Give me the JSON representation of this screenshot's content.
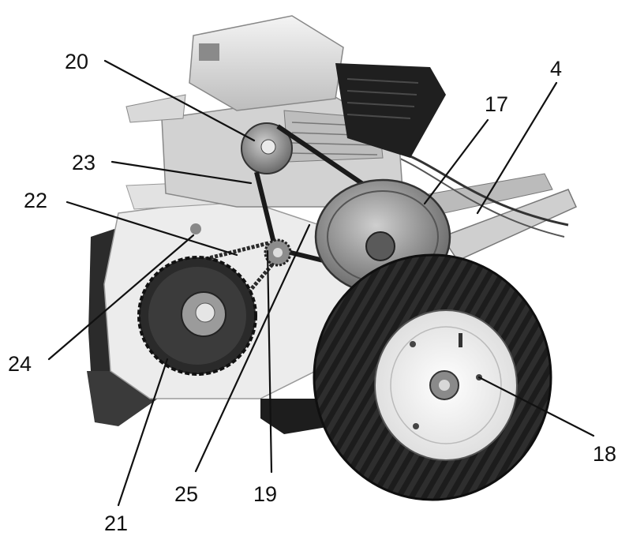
{
  "figure": {
    "description_style": "grayscale photo of tiller transmission side with numbered callouts",
    "colors": {
      "background": "#ffffff",
      "ink": "#111111",
      "tire": "#1e1e1e",
      "rim": "#f2f2f2",
      "cover": "#e9e9e9",
      "engine": "#d8d8d8"
    }
  },
  "callouts": [
    {
      "id": "20",
      "label": "20"
    },
    {
      "id": "23",
      "label": "23"
    },
    {
      "id": "22",
      "label": "22"
    },
    {
      "id": "24",
      "label": "24"
    },
    {
      "id": "21",
      "label": "21"
    },
    {
      "id": "25",
      "label": "25"
    },
    {
      "id": "19",
      "label": "19"
    },
    {
      "id": "17",
      "label": "17"
    },
    {
      "id": "4",
      "label": "4"
    },
    {
      "id": "18",
      "label": "18"
    }
  ]
}
